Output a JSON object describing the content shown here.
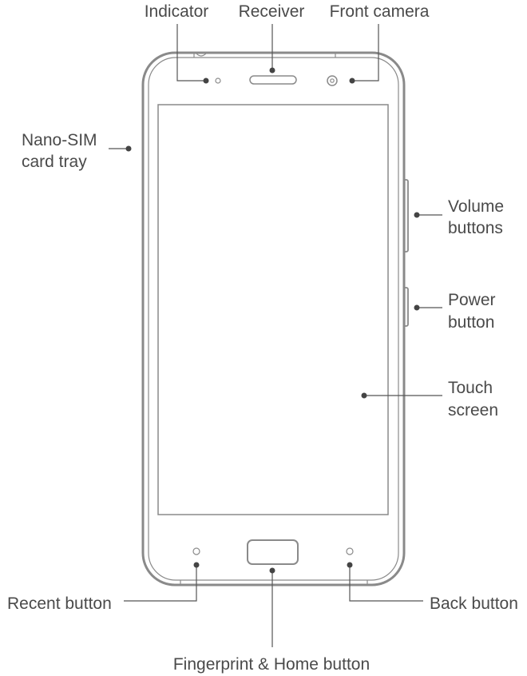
{
  "labels": {
    "indicator": "Indicator",
    "receiver": "Receiver",
    "front_camera": "Front camera",
    "nano_sim_line1": "Nano-SIM",
    "nano_sim_line2": "card tray",
    "volume_line1": "Volume",
    "volume_line2": "buttons",
    "power_line1": "Power",
    "power_line2": "button",
    "touch_line1": "Touch",
    "touch_line2": "screen",
    "recent_button": "Recent button",
    "back_button": "Back button",
    "fingerprint_home": "Fingerprint & Home button"
  },
  "colors": {
    "outline": "#8a8a8a",
    "leader": "#555555",
    "text": "#4a4a4a"
  }
}
